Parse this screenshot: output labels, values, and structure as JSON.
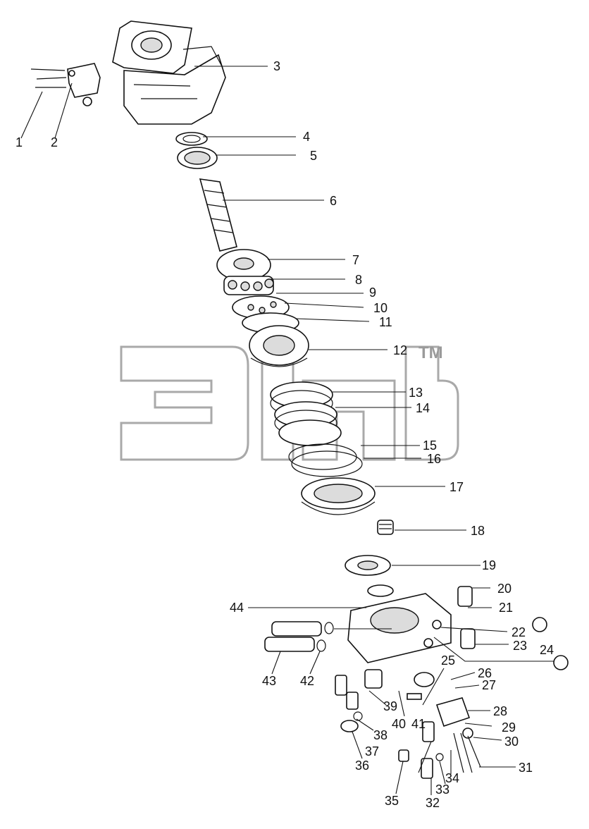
{
  "watermark": {
    "trademark": "TM"
  },
  "callouts": [
    {
      "label": "1"
    },
    {
      "label": "2"
    },
    {
      "label": "3"
    },
    {
      "label": "4"
    },
    {
      "label": "5"
    },
    {
      "label": "6"
    },
    {
      "label": "7"
    },
    {
      "label": "8"
    },
    {
      "label": "9"
    },
    {
      "label": "10"
    },
    {
      "label": "11"
    },
    {
      "label": "12"
    },
    {
      "label": "13"
    },
    {
      "label": "14"
    },
    {
      "label": "15"
    },
    {
      "label": "16"
    },
    {
      "label": "17"
    },
    {
      "label": "18"
    },
    {
      "label": "19"
    },
    {
      "label": "20"
    },
    {
      "label": "21"
    },
    {
      "label": "22"
    },
    {
      "label": "23"
    },
    {
      "label": "24"
    },
    {
      "label": "25"
    },
    {
      "label": "26"
    },
    {
      "label": "27"
    },
    {
      "label": "28"
    },
    {
      "label": "29"
    },
    {
      "label": "30"
    },
    {
      "label": "31"
    },
    {
      "label": "32"
    },
    {
      "label": "33"
    },
    {
      "label": "34"
    },
    {
      "label": "35"
    },
    {
      "label": "36"
    },
    {
      "label": "37"
    },
    {
      "label": "38"
    },
    {
      "label": "39"
    },
    {
      "label": "40"
    },
    {
      "label": "41"
    },
    {
      "label": "42"
    },
    {
      "label": "43"
    },
    {
      "label": "44"
    }
  ]
}
